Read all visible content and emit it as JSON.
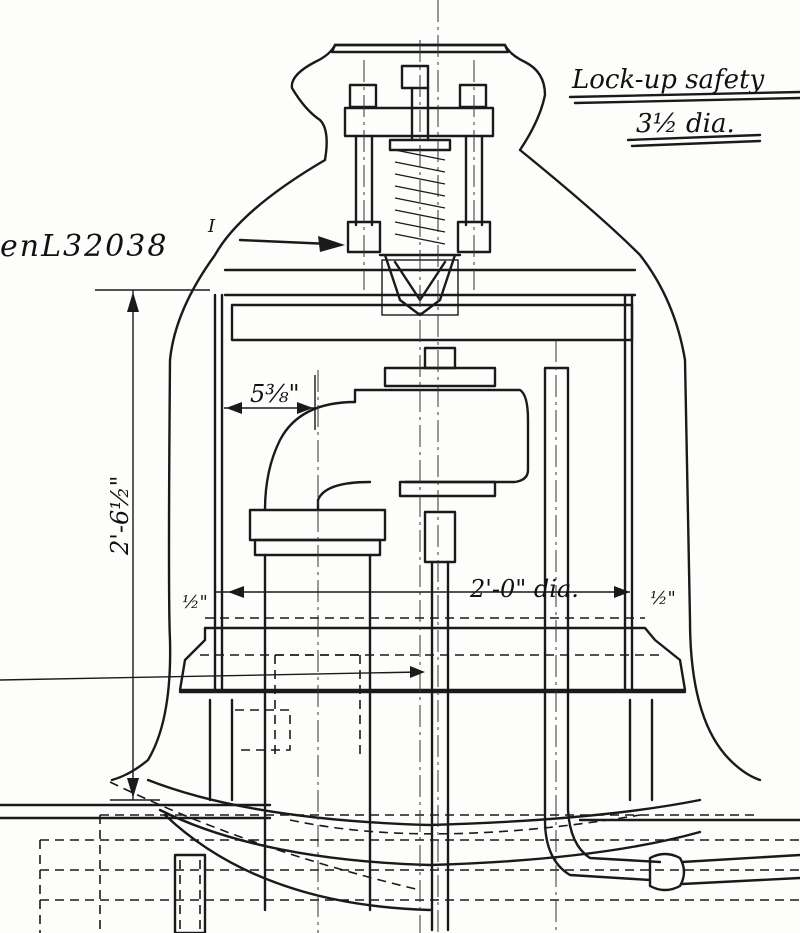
{
  "labels": {
    "reference_mark": "enL32038",
    "reference_superscript": "I",
    "title_note_line1": "Lock-up safety",
    "title_note_line2": "3½ dia.",
    "dim_overall_height": "2'-6½\"",
    "dim_pipe_offset": "5⅜\"",
    "dim_diameter": "2'-0\" dia.",
    "dim_left_clearance": "½\"",
    "dim_right_clearance": "½\""
  },
  "colors": {
    "ink": "#1a1a1a",
    "paper": "#fdfdfb"
  }
}
